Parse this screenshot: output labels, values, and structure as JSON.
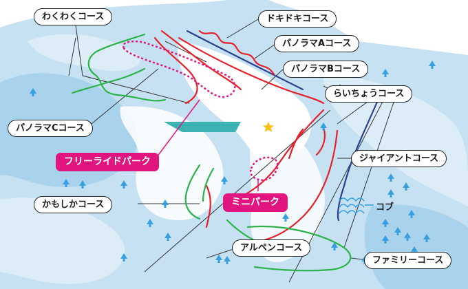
{
  "colors": {
    "snow": "#ffffff",
    "slope": "#c5e1f2",
    "slope_deep": "#a9d2ec",
    "tree": "#38a0dd",
    "red_course": "#e5202a",
    "green_course": "#2bb34a",
    "blue_course": "#2b3f8f",
    "park": "#e0157f",
    "pond": "#3bb3b5",
    "star": "#f7c31a"
  },
  "map": {
    "courses": [
      {
        "id": "wakuwaku",
        "label": "わくわくコース",
        "line_color": "green"
      },
      {
        "id": "dokidoki",
        "label": "ドキドキコース",
        "line_color": "red"
      },
      {
        "id": "panorama-a",
        "label": "パノラマAコース",
        "line_color": "blue"
      },
      {
        "id": "panorama-b",
        "label": "パノラマBコース",
        "line_color": "red"
      },
      {
        "id": "raicho",
        "label": "らいちょうコース",
        "line_color": "red"
      },
      {
        "id": "panorama-c",
        "label": "パノラマCコース",
        "line_color": "green"
      },
      {
        "id": "giant",
        "label": "ジャイアントコース",
        "line_color": "blue"
      },
      {
        "id": "kamoshika",
        "label": "かもしかコース",
        "line_color": "green"
      },
      {
        "id": "alpen",
        "label": "アルペンコース",
        "line_color": "red"
      },
      {
        "id": "family",
        "label": "ファミリーコース",
        "line_color": "green"
      }
    ],
    "parks": [
      {
        "id": "freeride",
        "label": "フリーライドパーク"
      },
      {
        "id": "mini",
        "label": "ミニパーク"
      }
    ],
    "mogul_label": "コブ"
  }
}
